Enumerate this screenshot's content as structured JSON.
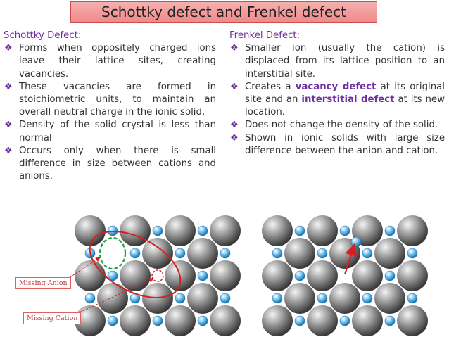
{
  "title": "Schottky defect and Frenkel defect",
  "bullet_glyph": "❖",
  "left": {
    "heading": "Schottky Defect",
    "bullets": [
      "Forms when oppositely charged ions leave their lattice sites, creating vacancies.",
      "These vacancies are formed in stoichiometric units, to maintain an overall neutral charge in the ionic solid.",
      "Density of the solid crystal is less than normal",
      "Occurs only when there is small difference in size between cations and anions."
    ]
  },
  "right": {
    "heading": "Frenkel Defect",
    "b1": "Smaller ion (usually the cation) is displaced from its lattice position to an interstitial site.",
    "b2_part1": "Creates a ",
    "b2_bold1": "vacancy defect",
    "b2_part2": " at its original site and an ",
    "b2_bold2": "interstitial defect",
    "b2_part3": " at its new location.",
    "b3": "Does not change the density of the solid.",
    "b4": "Shown in ionic solids with large size difference between the anion and cation."
  },
  "labels": {
    "missing_anion": "Missing Anion",
    "missing_cation": "Missing Cation"
  },
  "colors": {
    "title_bg": "#f18a8a",
    "heading": "#7030a0",
    "anion": "#8c8c8c",
    "cation": "#5ab4e6",
    "ring": "#d42020",
    "vacancy_anion": "#20a040",
    "arrow": "#d42020"
  }
}
